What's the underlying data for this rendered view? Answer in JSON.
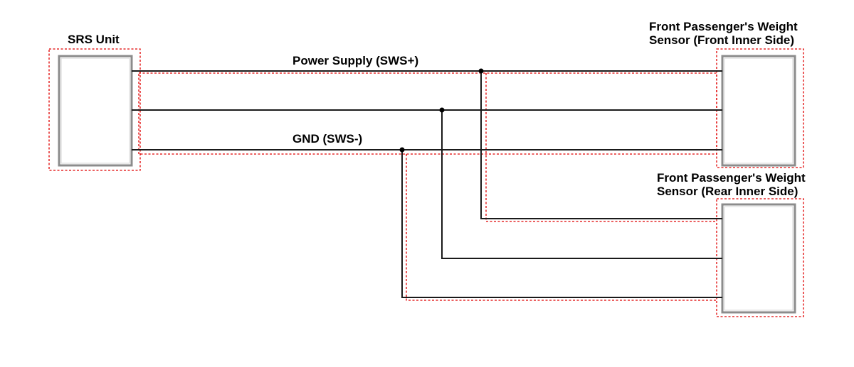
{
  "labels": {
    "srs_unit": "SRS Unit",
    "power_supply": "Power Supply (SWS+)",
    "gnd": "GND (SWS-)",
    "front_sensor_line1": "Front Passenger's Weight",
    "front_sensor_line2": "Sensor (Front Inner Side)",
    "rear_sensor_line1": "Front Passenger's Weight",
    "rear_sensor_line2": "Sensor (Rear Inner Side)"
  },
  "colors": {
    "wire": "#1a1a1a",
    "harness_outline": "#e00000",
    "component_border": "#8c8c8c"
  }
}
